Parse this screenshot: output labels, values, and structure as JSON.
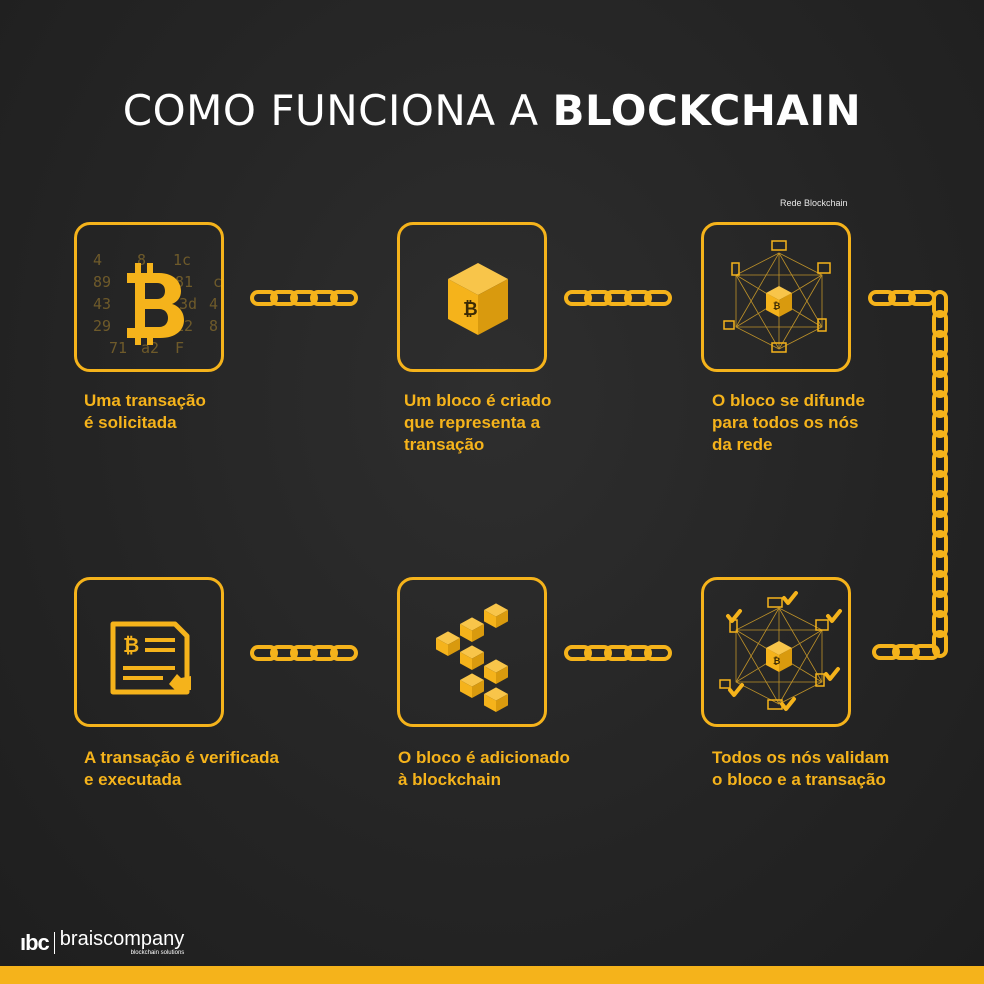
{
  "title": {
    "normal": "COMO FUNCIONA A ",
    "bold": "BLOCKCHAIN"
  },
  "tiny_label": "Rede Blockchain",
  "hex_chars": {
    "row1": [
      "4",
      "8",
      "1c"
    ],
    "row2": [
      "89",
      "81",
      "c"
    ],
    "row3": [
      "43",
      "3d",
      "4"
    ],
    "row4": [
      "29",
      "12",
      "8"
    ],
    "row5": [
      "71",
      "a2",
      "F"
    ]
  },
  "steps": [
    {
      "caption": "Uma transação\né solicitada"
    },
    {
      "caption": "Um bloco é criado\nque representa a\ntransação"
    },
    {
      "caption": "O bloco se difunde\npara todos os nós\nda rede"
    },
    {
      "caption": "A transação é verificada\ne executada"
    },
    {
      "caption": "O bloco é adicionado\nà blockchain"
    },
    {
      "caption": "Todos os nós validam\no bloco e a transação"
    }
  ],
  "logo": {
    "mark": "ıbc",
    "name": "braiscompany",
    "tagline": "blockchain solutions"
  },
  "colors": {
    "accent": "#f5b31b",
    "background": "#262626",
    "text": "#ffffff"
  },
  "icons": [
    "bitcoin-icon",
    "cube-bitcoin-icon",
    "network-icon",
    "document-icon",
    "stacked-blocks-icon",
    "network-validated-icon",
    "chain-icon"
  ]
}
